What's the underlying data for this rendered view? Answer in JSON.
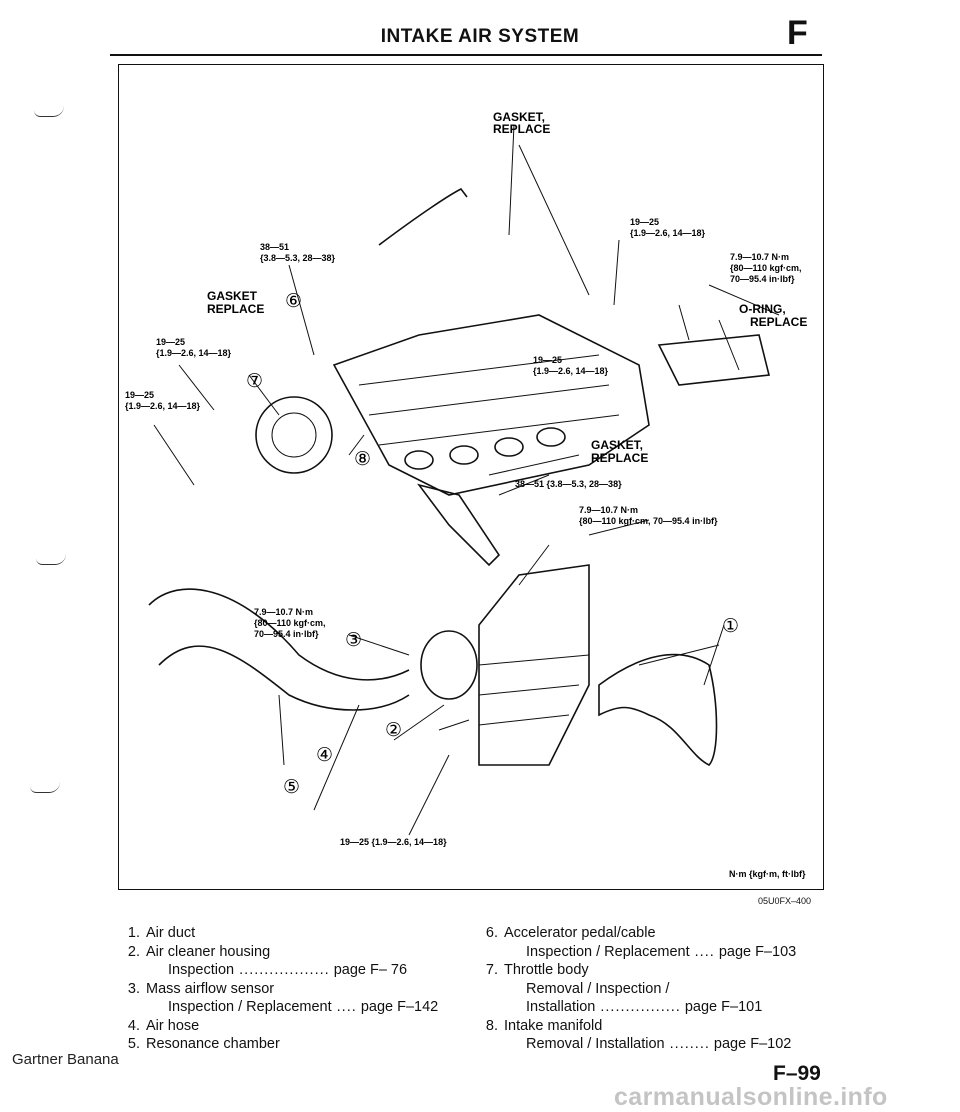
{
  "header": {
    "title": "INTAKE AIR SYSTEM",
    "section": "F"
  },
  "figure": {
    "code": "05U0FX–400",
    "unit_note": "N·m {kgf·m, ft·lbf}",
    "labels": {
      "gasket_top_1": "GASKET,",
      "gasket_top_2": "REPLACE",
      "gasket_left_1": "GASKET",
      "gasket_left_2": "REPLACE",
      "gasket_mid_1": "GASKET,",
      "gasket_mid_2": "REPLACE",
      "oring_1": "O-RING,",
      "oring_2": "REPLACE",
      "torque_top_right_1": "19—25",
      "torque_top_right_2": "{1.9—2.6, 14—18}",
      "torque_inj_1": "7.9—10.7 N·m",
      "torque_inj_2": "{80—110 kgf·cm,",
      "torque_inj_3": "70—95.4 in·lbf}",
      "torque_3851_1": "38—51",
      "torque_3851_2": "{3.8—5.3, 28—38}",
      "torque_left_a_1": "19—25",
      "torque_left_a_2": "{1.9—2.6, 14—18}",
      "torque_left_b_1": "19—25",
      "torque_left_b_2": "{1.9—2.6, 14—18}",
      "torque_mid_1": "19—25",
      "torque_mid_2": "{1.9—2.6, 14—18}",
      "torque_bracket": "38—51 {3.8—5.3, 28—38}",
      "torque_clamp_1": "7.9—10.7 N·m",
      "torque_clamp_2": "{80—110 kgf·cm, 70—95.4 in·lbf}",
      "torque_hose_1": "7.9—10.7 N·m",
      "torque_hose_2": "{80—110 kgf·cm,",
      "torque_hose_3": "70—95.4 in·lbf}",
      "torque_bottom": "19—25 {1.9—2.6, 14—18}"
    },
    "callouts": [
      "①",
      "②",
      "③",
      "④",
      "⑤",
      "⑥",
      "⑦",
      "⑧"
    ]
  },
  "legend_left": [
    {
      "num": "1.",
      "text": "Air duct"
    },
    {
      "num": "2.",
      "text": "Air cleaner housing"
    },
    {
      "sub": true,
      "text": "Inspection",
      "dots": " ..................",
      "page": "page F– 76"
    },
    {
      "num": "3.",
      "text": "Mass airflow sensor"
    },
    {
      "sub": true,
      "text": "Inspection / Replacement",
      "dots": " ....",
      "page": "page F–142"
    },
    {
      "num": "4.",
      "text": "Air hose"
    },
    {
      "num": "5.",
      "text": "Resonance chamber"
    }
  ],
  "legend_right": [
    {
      "num": "6.",
      "text": "Accelerator pedal/cable"
    },
    {
      "sub": true,
      "text": "Inspection / Replacement",
      "dots": " ....",
      "page": "page F–103"
    },
    {
      "num": "7.",
      "text": "Throttle body"
    },
    {
      "sub": true,
      "text": "Removal / Inspection /"
    },
    {
      "sub": true,
      "text": "Installation",
      "dots": " ................",
      "page": "page F–101"
    },
    {
      "num": "8.",
      "text": "Intake manifold"
    },
    {
      "sub": true,
      "text": "Removal / Installation",
      "dots": " ........",
      "page": "page F–102"
    }
  ],
  "footer": {
    "watermark": "Gartner Banana",
    "page_number": "F–99",
    "site": "carmanualsonline.info"
  }
}
